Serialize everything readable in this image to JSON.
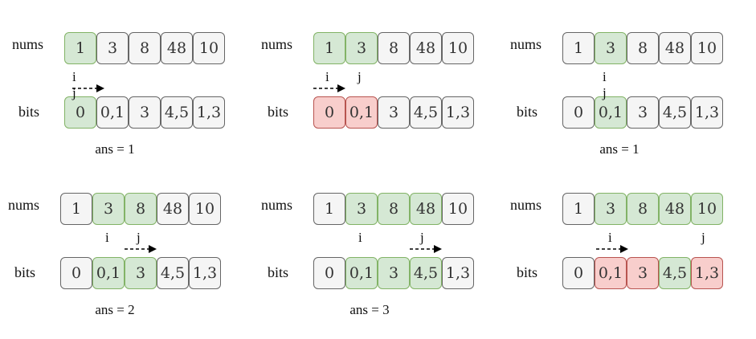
{
  "colors": {
    "green_fill": "#d5e8d4",
    "green_border": "#82b366",
    "red_fill": "#f8cecc",
    "red_border": "#b85450",
    "gray_fill": "#f5f5f5",
    "gray_border": "#666666"
  },
  "panels": [
    {
      "nums_label": "nums",
      "bits_label": "bits",
      "nums": [
        {
          "v": "1",
          "c": "green"
        },
        {
          "v": "3",
          "c": "gray"
        },
        {
          "v": "8",
          "c": "gray"
        },
        {
          "v": "48",
          "c": "gray"
        },
        {
          "v": "10",
          "c": "gray"
        }
      ],
      "bits": [
        {
          "v": "0",
          "c": "green"
        },
        {
          "v": "0,1",
          "c": "gray"
        },
        {
          "v": "3",
          "c": "gray"
        },
        {
          "v": "4,5",
          "c": "gray"
        },
        {
          "v": "1,3",
          "c": "gray"
        }
      ],
      "pointer_text": "i j",
      "i_label": "",
      "j_label": "",
      "ans": "ans = 1"
    },
    {
      "nums_label": "nums",
      "bits_label": "bits",
      "nums": [
        {
          "v": "1",
          "c": "green"
        },
        {
          "v": "3",
          "c": "green"
        },
        {
          "v": "8",
          "c": "gray"
        },
        {
          "v": "48",
          "c": "gray"
        },
        {
          "v": "10",
          "c": "gray"
        }
      ],
      "bits": [
        {
          "v": "0",
          "c": "red"
        },
        {
          "v": "0,1",
          "c": "red"
        },
        {
          "v": "3",
          "c": "gray"
        },
        {
          "v": "4,5",
          "c": "gray"
        },
        {
          "v": "1,3",
          "c": "gray"
        }
      ],
      "pointer_text": "",
      "i_label": "i",
      "j_label": "j",
      "ans": ""
    },
    {
      "nums_label": "nums",
      "bits_label": "bits",
      "nums": [
        {
          "v": "1",
          "c": "gray"
        },
        {
          "v": "3",
          "c": "green"
        },
        {
          "v": "8",
          "c": "gray"
        },
        {
          "v": "48",
          "c": "gray"
        },
        {
          "v": "10",
          "c": "gray"
        }
      ],
      "bits": [
        {
          "v": "0",
          "c": "gray"
        },
        {
          "v": "0,1",
          "c": "green"
        },
        {
          "v": "3",
          "c": "gray"
        },
        {
          "v": "4,5",
          "c": "gray"
        },
        {
          "v": "1,3",
          "c": "gray"
        }
      ],
      "pointer_text": "i j",
      "i_label": "",
      "j_label": "",
      "ans": "ans = 1"
    },
    {
      "nums_label": "nums",
      "bits_label": "bits",
      "nums": [
        {
          "v": "1",
          "c": "gray"
        },
        {
          "v": "3",
          "c": "green"
        },
        {
          "v": "8",
          "c": "green"
        },
        {
          "v": "48",
          "c": "gray"
        },
        {
          "v": "10",
          "c": "gray"
        }
      ],
      "bits": [
        {
          "v": "0",
          "c": "gray"
        },
        {
          "v": "0,1",
          "c": "green"
        },
        {
          "v": "3",
          "c": "green"
        },
        {
          "v": "4,5",
          "c": "gray"
        },
        {
          "v": "1,3",
          "c": "gray"
        }
      ],
      "pointer_text": "",
      "i_label": "i",
      "j_label": "j",
      "ans": "ans = 2"
    },
    {
      "nums_label": "nums",
      "bits_label": "bits",
      "nums": [
        {
          "v": "1",
          "c": "gray"
        },
        {
          "v": "3",
          "c": "green"
        },
        {
          "v": "8",
          "c": "green"
        },
        {
          "v": "48",
          "c": "green"
        },
        {
          "v": "10",
          "c": "gray"
        }
      ],
      "bits": [
        {
          "v": "0",
          "c": "gray"
        },
        {
          "v": "0,1",
          "c": "green"
        },
        {
          "v": "3",
          "c": "green"
        },
        {
          "v": "4,5",
          "c": "green"
        },
        {
          "v": "1,3",
          "c": "gray"
        }
      ],
      "pointer_text": "",
      "i_label": "i",
      "j_label": "j",
      "ans": "ans = 3"
    },
    {
      "nums_label": "nums",
      "bits_label": "bits",
      "nums": [
        {
          "v": "1",
          "c": "gray"
        },
        {
          "v": "3",
          "c": "green"
        },
        {
          "v": "8",
          "c": "green"
        },
        {
          "v": "48",
          "c": "green"
        },
        {
          "v": "10",
          "c": "green"
        }
      ],
      "bits": [
        {
          "v": "0",
          "c": "gray"
        },
        {
          "v": "0,1",
          "c": "red"
        },
        {
          "v": "3",
          "c": "red"
        },
        {
          "v": "4,5",
          "c": "green"
        },
        {
          "v": "1,3",
          "c": "red"
        }
      ],
      "pointer_text": "",
      "i_label": "i",
      "j_label": "j",
      "ans": ""
    }
  ]
}
